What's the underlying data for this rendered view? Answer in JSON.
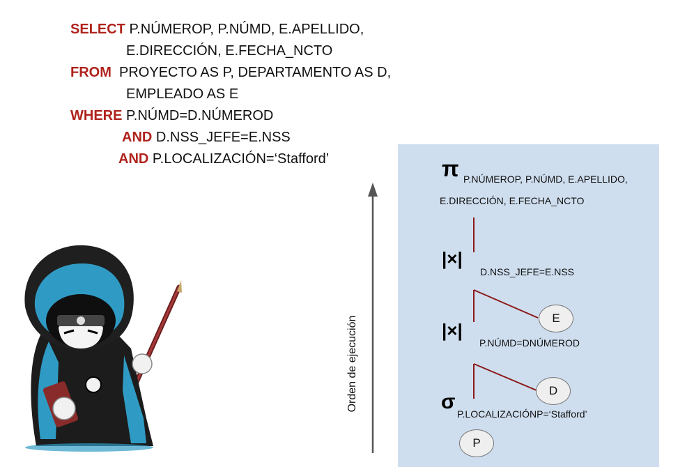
{
  "sql": {
    "select_kw": "SELECT",
    "select_line1": "P.NÚMEROP, P.NÚMD, E.APELLIDO,",
    "select_line2": "E.DIRECCIÓN, E.FECHA_NCTO",
    "from_kw": "FROM",
    "from_line1": "PROYECTO AS P, DEPARTAMENTO AS D,",
    "from_line2": "EMPLEADO AS E",
    "where_kw": "WHERE",
    "where_cond": "P.NÚMD=D.NÚMEROD",
    "and_kw": "AND",
    "and1_cond": "D.NSS_JEFE=E.NSS",
    "and2_cond": "P.LOCALIZACIÓN=‘Stafford’"
  },
  "axis": {
    "label": "Orden de ejecución"
  },
  "tree": {
    "projection": {
      "symbol": "π",
      "attrs_line1": "P.NÚMEROP, P.NÚMD, E.APELLIDO,",
      "attrs_line2": "E.DIRECCIÓN, E.FECHA_NCTO"
    },
    "join_top": {
      "symbol": "|×|",
      "condition": "D.NSS_JEFE=E.NSS",
      "right": "E"
    },
    "join_bottom": {
      "symbol": "|×|",
      "condition": "P.NÚMD=DNÚMEROD",
      "right": "D"
    },
    "selection": {
      "symbol": "σ",
      "condition": "P.LOCALIZACIÓNP=‘Stafford’",
      "input": "P"
    }
  },
  "colors": {
    "keyword": "#b0231d",
    "panel": "#cfdeee",
    "edges": "#8b1a1a"
  }
}
